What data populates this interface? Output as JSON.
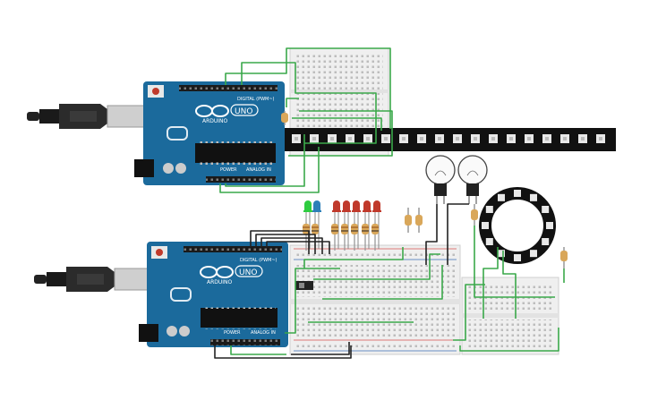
{
  "canvas": {
    "background": "#ffffff"
  },
  "colors": {
    "arduino_blue": "#1b6a9c",
    "arduino_dark": "#15547d",
    "wire_green": "#3aa84a",
    "wire_black": "#222222",
    "strip_black": "#111111",
    "breadboard": "#efefef",
    "rail_red": "#d9534f",
    "rail_blue": "#3b6fb6",
    "led_red": "#c0392b",
    "led_green": "#2ecc40",
    "led_blue": "#2c7fb8"
  },
  "arduino_top": {
    "logo_text": "ARDUINO",
    "model_text": "UNO",
    "digital_label": "DIGITAL (PWM~)",
    "power_label": "POWER",
    "analog_label": "ANALOG IN",
    "usb_icon": "usb-cable-icon"
  },
  "arduino_bottom": {
    "logo_text": "ARDUINO",
    "model_text": "UNO",
    "digital_label": "DIGITAL (PWM~)",
    "power_label": "POWER",
    "analog_label": "ANALOG IN",
    "usb_icon": "usb-cable-icon"
  },
  "components": {
    "led_strip": "neopixel-strip",
    "led_ring": "neopixel-ring",
    "bulbs": [
      "light-bulb",
      "light-bulb"
    ],
    "leds": [
      "green",
      "blue",
      "red",
      "red",
      "red",
      "red",
      "red"
    ],
    "slide_switch": "slide-switch"
  }
}
